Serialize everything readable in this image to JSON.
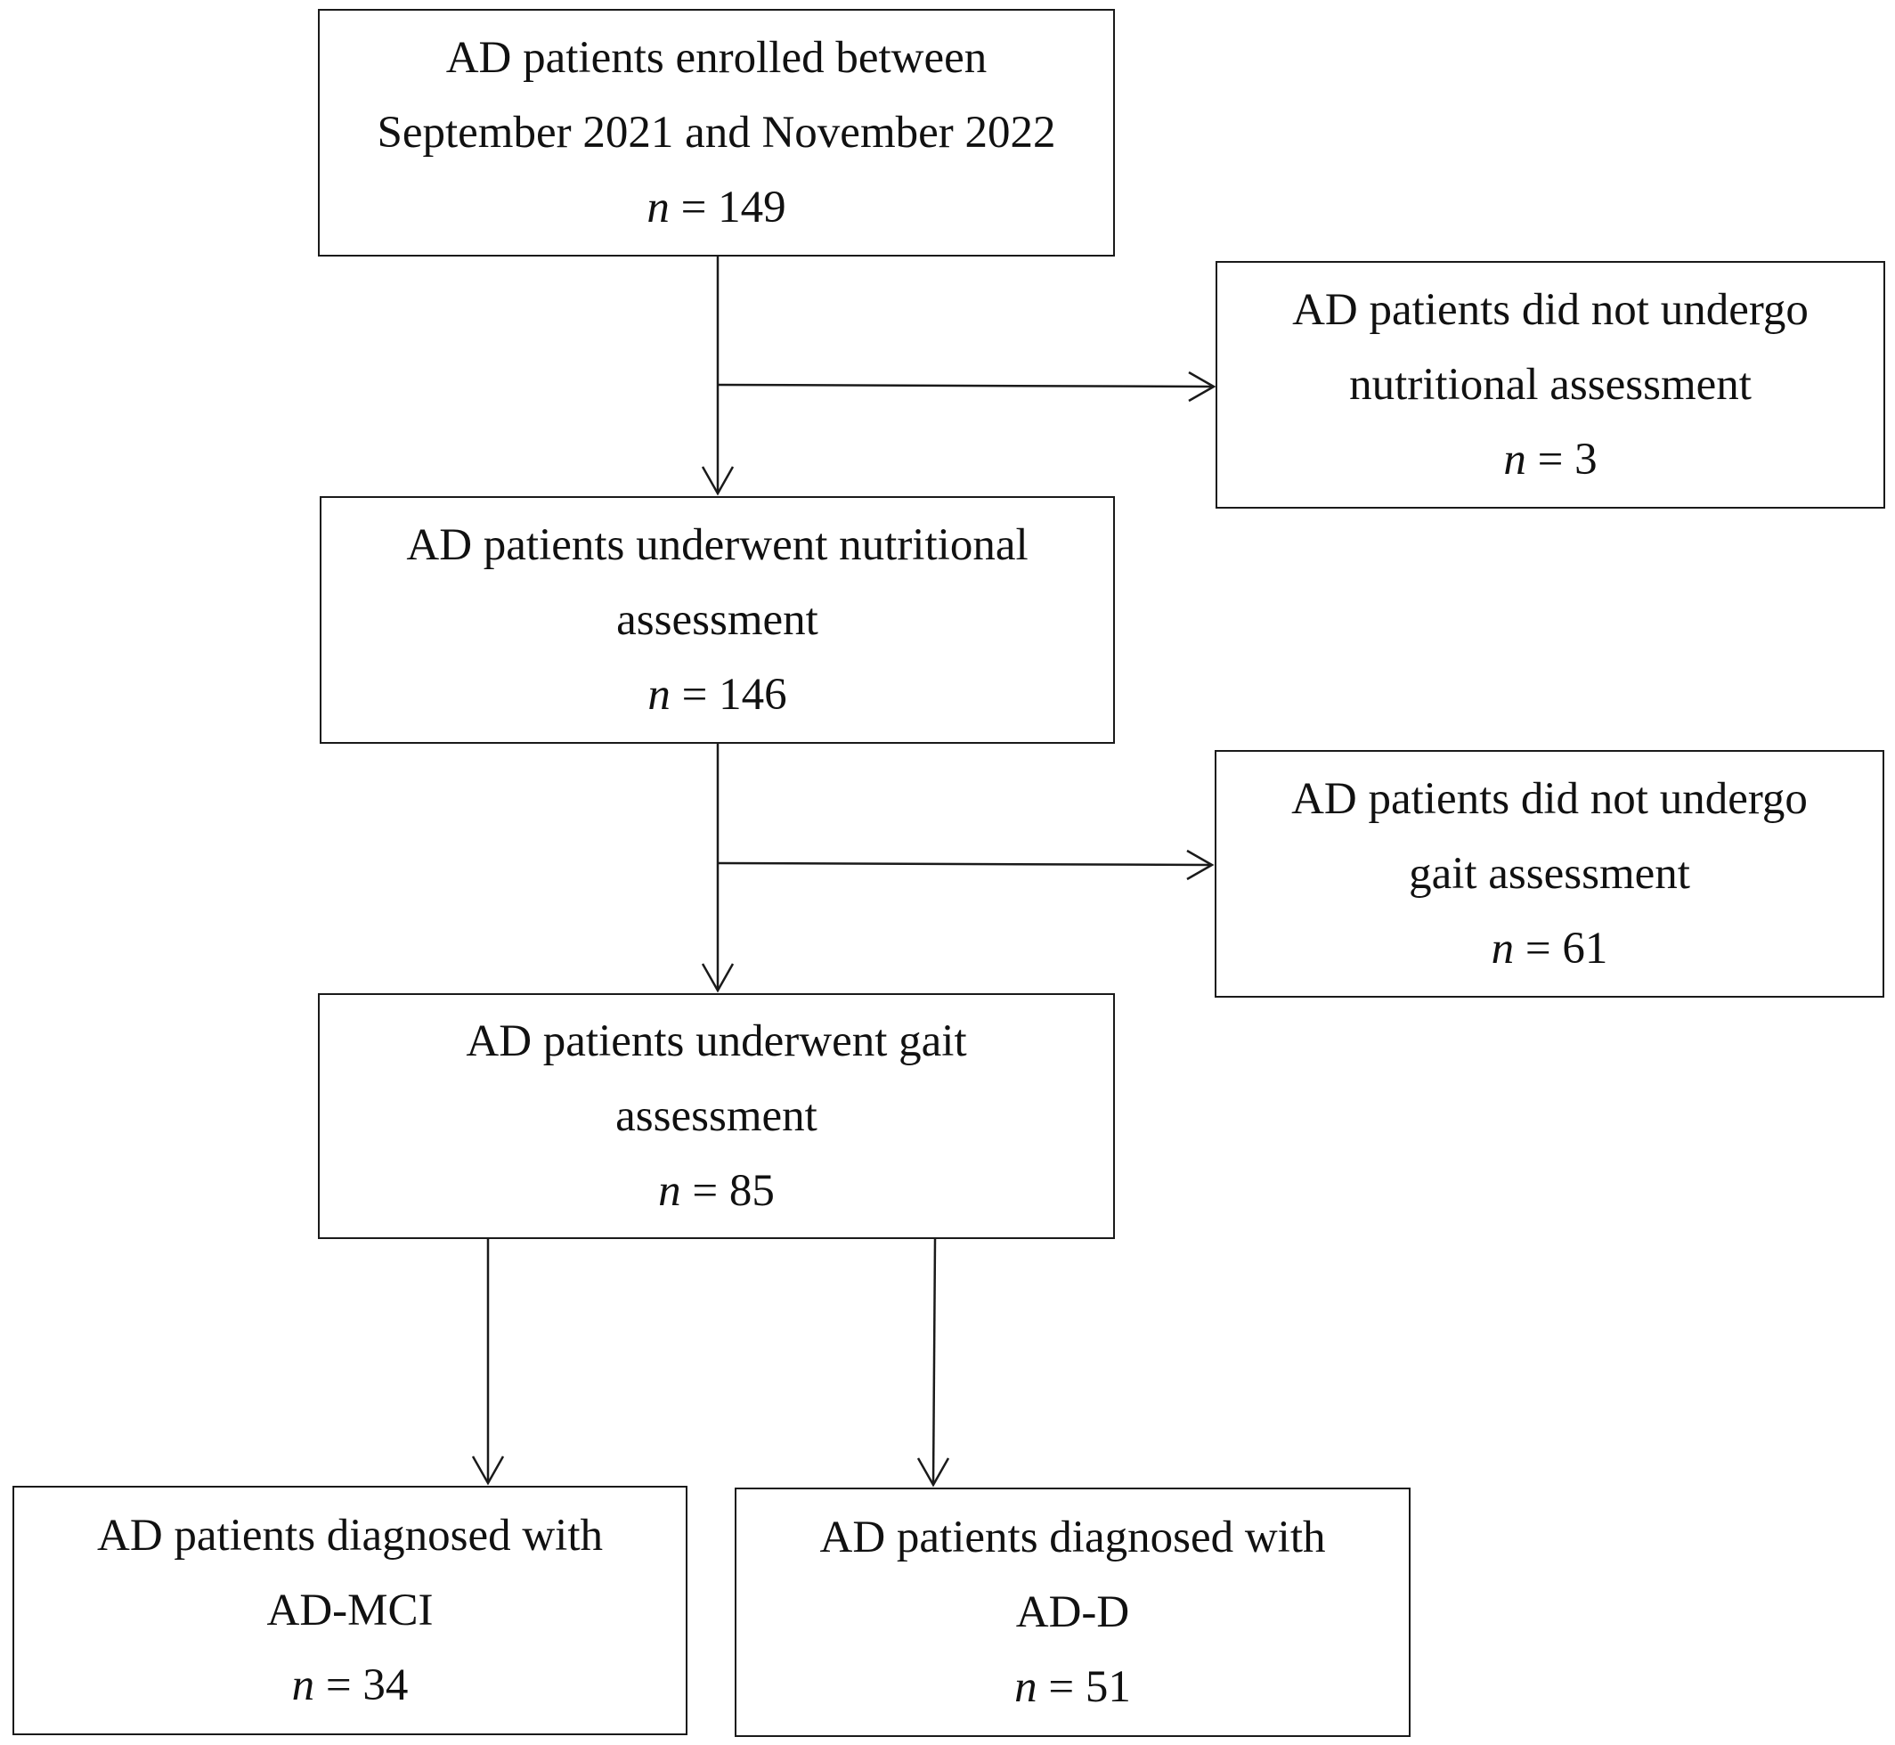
{
  "boxes": {
    "enrolled": {
      "lines": [
        "AD patients enrolled between",
        "September 2021 and November 2022"
      ],
      "n_symbol": "n",
      "n_value": "= 149"
    },
    "excluded_nutritional": {
      "lines": [
        "AD patients did not undergo",
        "nutritional assessment"
      ],
      "n_symbol": "n",
      "n_value": "= 3"
    },
    "nutritional": {
      "lines": [
        "AD patients underwent nutritional",
        "assessment"
      ],
      "n_symbol": "n",
      "n_value": "= 146"
    },
    "excluded_gait": {
      "lines": [
        "AD patients did not undergo",
        "gait assessment"
      ],
      "n_symbol": "n",
      "n_value": "= 61"
    },
    "gait": {
      "lines": [
        "AD patients underwent gait",
        "assessment"
      ],
      "n_symbol": "n",
      "n_value": "= 85"
    },
    "mci": {
      "lines": [
        "AD patients diagnosed with",
        "AD-MCI"
      ],
      "n_symbol": "n",
      "n_value": "= 34"
    },
    "dementia": {
      "lines": [
        "AD patients diagnosed with",
        "AD-D"
      ],
      "n_symbol": "n",
      "n_value": "= 51"
    }
  }
}
